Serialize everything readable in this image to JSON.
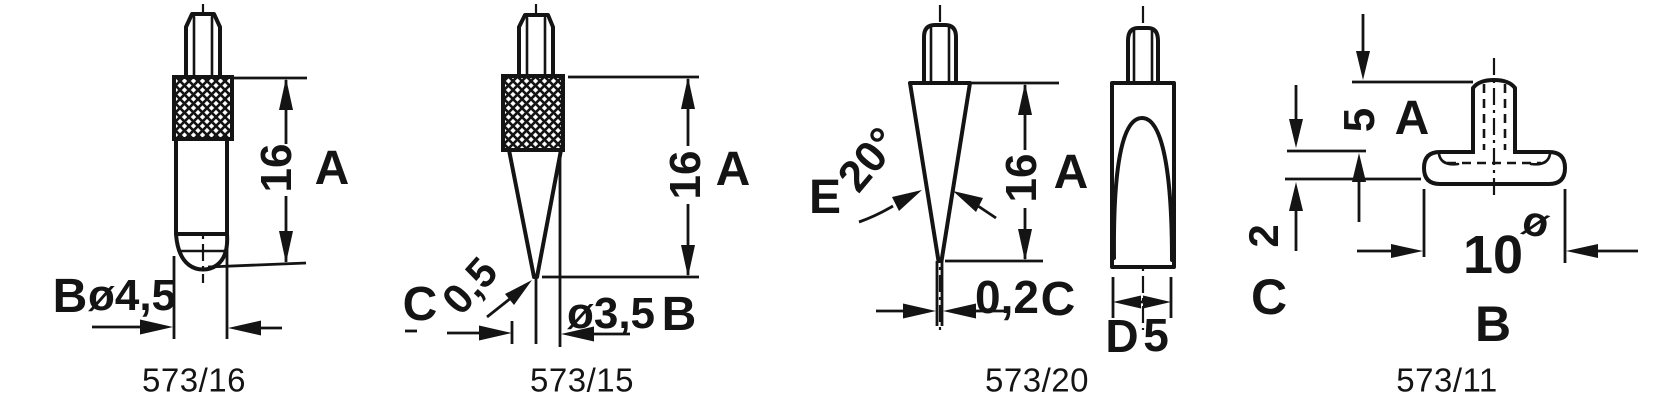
{
  "page": {
    "background": "#ffffff",
    "ink": "#141414"
  },
  "figures": [
    {
      "caption": "573/16",
      "labels": {
        "height": "16",
        "height_ref": "A",
        "dia_ref": "B",
        "dia": "ø4,5"
      }
    },
    {
      "caption": "573/15",
      "labels": {
        "height": "16",
        "height_ref": "A",
        "tip_ref": "C",
        "tip": "0,5",
        "dia": "ø3,5",
        "dia_ref": "B"
      }
    },
    {
      "caption": "573/20",
      "labels": {
        "angle_ref": "E",
        "angle": "20°",
        "height": "16",
        "height_ref": "A",
        "tip": "0,2",
        "tip_ref": "C",
        "width_ref": "D",
        "width": "5"
      }
    },
    {
      "caption": "573/11",
      "labels": {
        "height": "5",
        "height_ref": "A",
        "thickness": "2",
        "thickness_ref": "C",
        "dia": "10",
        "dia_symbol": "ø",
        "dia_ref": "B"
      }
    }
  ]
}
